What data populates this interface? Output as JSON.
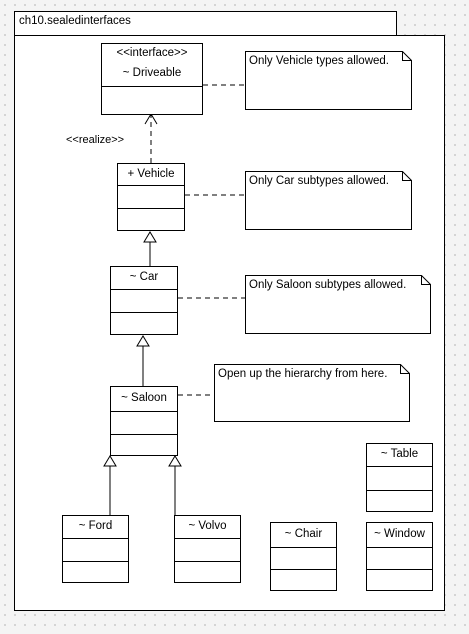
{
  "package": {
    "name": "ch10.sealedinterfaces"
  },
  "classes": {
    "driveable": {
      "stereotype": "<<interface>>",
      "name": "~ Driveable"
    },
    "vehicle": {
      "name": "+ Vehicle"
    },
    "car": {
      "name": "~ Car"
    },
    "saloon": {
      "name": "~ Saloon"
    },
    "ford": {
      "name": "~ Ford"
    },
    "volvo": {
      "name": "~ Volvo"
    },
    "table": {
      "name": "~ Table"
    },
    "chair": {
      "name": "~ Chair"
    },
    "window": {
      "name": "~ Window"
    }
  },
  "relations": {
    "realize_label": "<<realize>>"
  },
  "notes": {
    "vehicle_types": "Only Vehicle types allowed.",
    "car_subtypes": "Only Car subtypes allowed.",
    "saloon_subtypes": "Only Saloon subtypes allowed.",
    "open_hierarchy": "Open up the hierarchy from here."
  },
  "colors": {
    "background": "#f4f4f4",
    "grid_dot": "#c9c9c9",
    "box_fill": "#ffffff",
    "line": "#000000"
  }
}
